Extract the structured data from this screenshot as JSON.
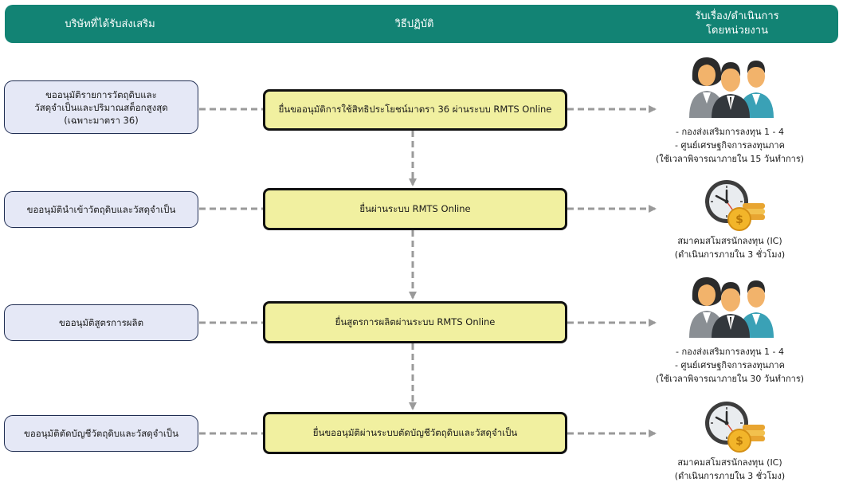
{
  "header": {
    "col_company": "บริษัทที่ได้รับส่งเสริม",
    "col_procedure": "วิธีปฏิบัติ",
    "col_agency_line1": "รับเรื่อง/ดำเนินการ",
    "col_agency_line2": "โดยหน่วยงาน"
  },
  "rows": [
    {
      "request_lines": [
        "ขออนุมัติรายการวัตถุดิบและ",
        "วัสดุจำเป็นและปริมาณสต็อกสูงสุด",
        "(เฉพาะมาตรา 36)"
      ],
      "action": "ยื่นขออนุมัติการใช้สิทธิประโยชน์มาตรา 36 ผ่านระบบ RMTS Online",
      "icon": "people-icon",
      "agency_lines": [
        "- กองส่งเสริมการลงทุน 1 - 4",
        "- ศูนย์เศรษฐกิจการลงทุนภาค",
        "(ใช้เวลาพิจารณาภายใน 15 วันทำการ)"
      ]
    },
    {
      "request_lines": [
        "ขออนุมัตินำเข้าวัตถุดิบและวัสดุจำเป็น"
      ],
      "action": "ยื่นผ่านระบบ RMTS Online",
      "icon": "clock-coins-icon",
      "agency_lines": [
        "สมาคมสโมสรนักลงทุน (IC)",
        "(ดำเนินการภายใน 3 ชั่วโมง)"
      ]
    },
    {
      "request_lines": [
        "ขออนุมัติสูตรการผลิต"
      ],
      "action": "ยื่นสูตรการผลิตผ่านระบบ RMTS Online",
      "icon": "people-icon",
      "agency_lines": [
        "- กองส่งเสริมการลงทุน 1 - 4",
        "- ศูนย์เศรษฐกิจการลงทุนภาค",
        "(ใช้เวลาพิจารณาภายใน 30 วันทำการ)"
      ]
    },
    {
      "request_lines": [
        "ขออนุมัติตัดบัญชีวัตถุดิบและวัสดุจำเป็น"
      ],
      "action": "ยื่นขออนุมัติผ่านระบบตัดบัญชีวัตถุดิบและวัสดุจำเป็น",
      "icon": "clock-coins-icon",
      "agency_lines": [
        "สมาคมสโมสรนักลงทุน (IC)",
        "(ดำเนินการภายใน 3 ชั่วโมง)"
      ]
    }
  ],
  "colors": {
    "header_bg": "#128374",
    "request_box_bg": "#e5e8f6",
    "action_box_bg": "#f1f0a0",
    "connector": "#9a9a9a"
  }
}
